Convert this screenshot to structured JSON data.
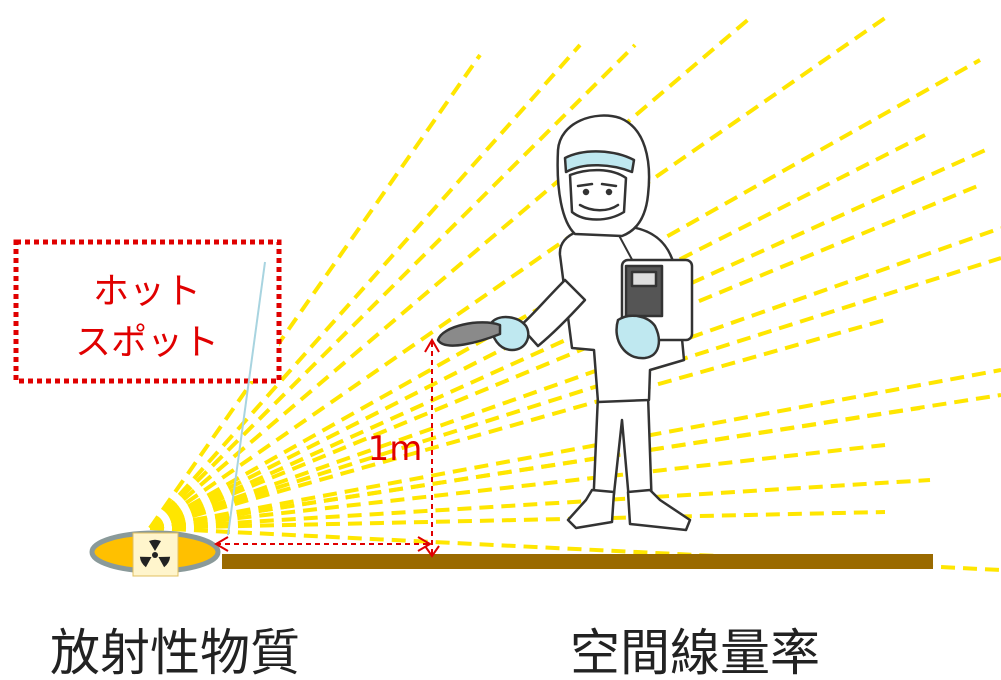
{
  "hotspot_label": {
    "line1": "ホット",
    "line2": "スポット"
  },
  "distance_label": "1m",
  "captions": {
    "source": "放射性物質",
    "air_dose_rate": "空間線量率"
  },
  "colors": {
    "rays": "#ffe600",
    "ground": "#9a6a00",
    "callout": "#e00000",
    "source_fill": "#ffc000",
    "source_rim": "#8a9a9a"
  },
  "icons": {
    "source": "radiation-trefoil-icon"
  }
}
